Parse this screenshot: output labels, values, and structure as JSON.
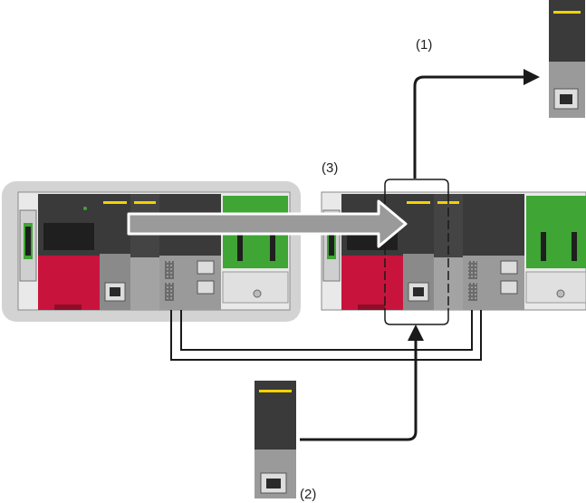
{
  "labels": {
    "step1": "(1)",
    "step2": "(2)",
    "step3": "(3)"
  },
  "colors": {
    "module_dark": "#3a3a3a",
    "module_mid": "#555555",
    "module_light": "#9a9a9a",
    "power_red": "#c8143c",
    "board_green": "#3fa535",
    "indicator_yellow": "#f2d200",
    "highlight_gray": "#d3d3d3",
    "arrow_black": "#1a1a1a"
  },
  "icons": [
    "programmable-controller-system-icon",
    "replacement-module-icon",
    "move-arrow-icon",
    "network-cable-icon"
  ]
}
